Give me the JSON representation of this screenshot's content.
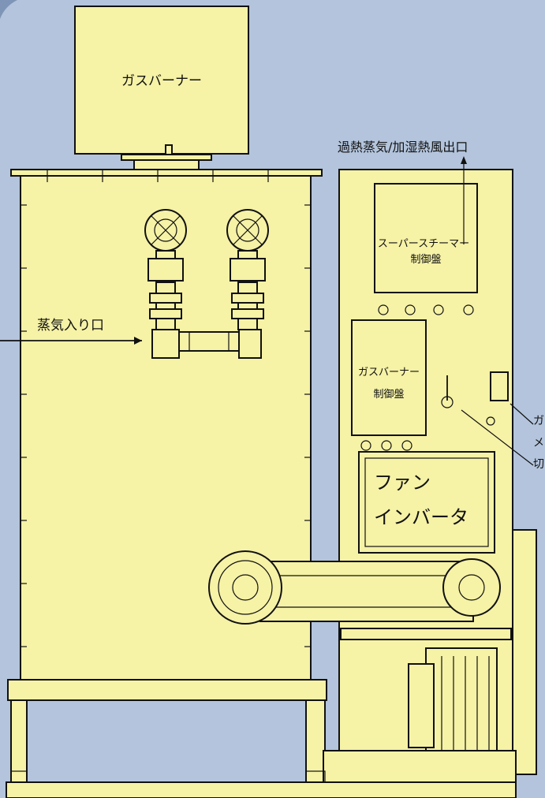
{
  "labels": {
    "gas_burner_top": "ガスバーナー",
    "outlet": "過熱蒸気/加湿熱風出口",
    "steam_inlet": "蒸気入り口",
    "super_steamer_panel_line1": "スーパースチーマー",
    "super_steamer_panel_line2": "制御盤",
    "gas_burner_panel_line1": "ガスバーナー",
    "gas_burner_panel_line2": "制御盤",
    "fan_inverter_line1": "ファン",
    "fan_inverter_line2": "インバータ",
    "side_callout_1": "ガ",
    "side_callout_2": "メ",
    "side_callout_3": "切"
  },
  "colors": {
    "background": "#b3c4dc",
    "machine_fill": "#f6f2a6",
    "line": "#111111"
  }
}
